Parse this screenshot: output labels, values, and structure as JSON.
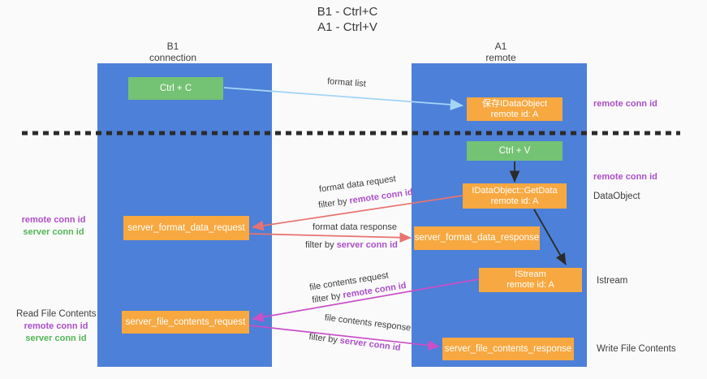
{
  "title": {
    "line1": "B1 - Ctrl+C",
    "line2": "A1 - Ctrl+V"
  },
  "columns": {
    "left": {
      "name": "B1",
      "role": "connection"
    },
    "right": {
      "name": "A1",
      "role": "remote"
    }
  },
  "boxes": {
    "ctrl_c": "Ctrl + C",
    "ctrl_v": "Ctrl + V",
    "save_dataobject": {
      "line1": "保存IDataObject",
      "line2": "remote id: A"
    },
    "getdata": {
      "line1": "IDataObject::GetData",
      "line2": "remote id: A"
    },
    "istream": {
      "line1": "IStream",
      "line2": "remote id: A"
    },
    "format_request": "server_format_data_request",
    "format_response": "server_format_data_response",
    "file_request": "server_file_contents_request",
    "file_response": "server_file_contents_response"
  },
  "arrows": {
    "format_list": "format list",
    "format_data_request": "format data request",
    "format_data_response": "format data response",
    "file_contents_request": "file contents request",
    "file_contents_response": "file contents response",
    "filter_by": "filter by ",
    "remote_conn_id": "remote conn id",
    "server_conn_id": "server conn id"
  },
  "side_labels": {
    "remote_conn_id": "remote conn id",
    "server_conn_id": "server conn id",
    "dataobject": "DataObject",
    "istream": "Istream",
    "read_file_contents": "Read File Contents",
    "write_file_contents": "Write File Contents"
  },
  "colors": {
    "column_blue": "#4d80d8",
    "box_orange": "#f7a840",
    "box_green": "#74c274",
    "purple": "#ab4fc8",
    "green_label": "#53b657",
    "arrow_blue": "#a5d5f5",
    "arrow_red": "#e87370",
    "arrow_magenta": "#ca4fc9",
    "arrow_black": "#2b2b2b"
  }
}
